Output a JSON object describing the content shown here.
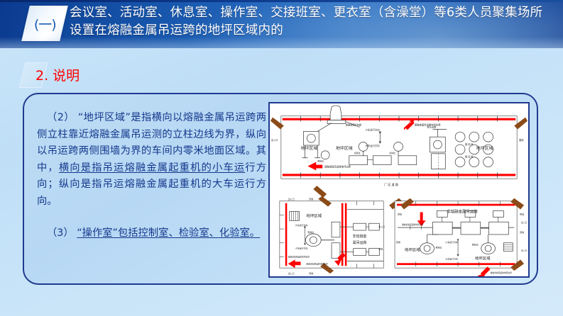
{
  "header": {
    "badge": "(一)",
    "title_line1": "会议室、活动室、休息室、操作室、交接班室、更衣室（含澡堂）等6类人员聚集场所",
    "title_line2": "设置在熔融金属吊运跨的地坪区域内的",
    "bg_start": "#0b3a8f",
    "bg_end": "#2f74c6"
  },
  "section": {
    "title": "2. 说明",
    "title_color": "#ff0000"
  },
  "content": {
    "border_color": "#203a8f",
    "text_color": "#14388c",
    "paragraph2": {
      "marker": "（2）",
      "seg1": "“地坪区域”是指横向以熔融金",
      "seg2": "属吊运跨两侧立柱靠近熔融金属吊运测",
      "seg3": "的立柱边线为界，纵向以吊运跨两侧围",
      "seg4": "墙为界的车间内零米地面区域。其中，",
      "seg5": "横向是指吊运熔融金属起重机的小车运",
      "seg6": "行方向；纵向是指吊运熔融金属起重机",
      "seg7": "的大车运行方向。"
    },
    "paragraph3": {
      "marker": "（3）",
      "seg1": "“操作室”包括控制室、检验室、",
      "seg2": "化验室。"
    }
  },
  "diagram": {
    "frame_border": "#203a8f",
    "hot_line_color": "#ff0000",
    "arrow_red": "#ff0000",
    "arrow_brown": "#8a4b18",
    "top_panel": {
      "zone_labels": [
        "地坪区域",
        "地坪区域",
        "地坪区域"
      ],
      "boundary_notes": [
        "熔融金属吊运跨地坪边界",
        "熔融金属吊运跨地坪边界"
      ],
      "direction_labels": [
        "小车运行方向",
        "大车运行方向"
      ],
      "equipment": [
        "转炉",
        "熔融金属贮存罐",
        "钢包",
        "钢包",
        "钢包",
        "钢包",
        "连铸机",
        "连铸机",
        "精炼炉",
        "加热炉",
        "炼钢炉",
        "出入口"
      ],
      "caption": "厂区道路"
    },
    "bottom_left_panel": {
      "zone_labels": [
        "地坪区域",
        "非熔融金属吊运跨"
      ],
      "boundary_notes": [
        "熔融金属吊运跨地坪边界",
        "熔融金属吊运跨地坪边界"
      ],
      "direction_labels": [
        "大车运行方向",
        "小车运行方向"
      ],
      "equipment": [
        "钢包",
        "加热炉",
        "轧机",
        "连铸机",
        "锻机",
        "围墙",
        "出入口",
        "出入口"
      ],
      "aux": "预热位"
    },
    "bottom_right_panel": {
      "zone_labels": [
        "非熔融金属吊运跨",
        "地坪区域",
        "地坪区域"
      ],
      "boundary_notes": [
        "熔融金属吊运跨地坪边界",
        "熔融金属吊运跨地坪边界"
      ],
      "direction_labels": [
        "小车运行方向",
        "大车运行方向"
      ],
      "equipment": [
        "轧机",
        "轧机",
        "轧机",
        "加热炉",
        "加热炉",
        "连铸机",
        "钢包",
        "钢包",
        "围墙",
        "出入口",
        "出入口"
      ],
      "aux": [
        "预热位",
        "预热位"
      ]
    }
  }
}
